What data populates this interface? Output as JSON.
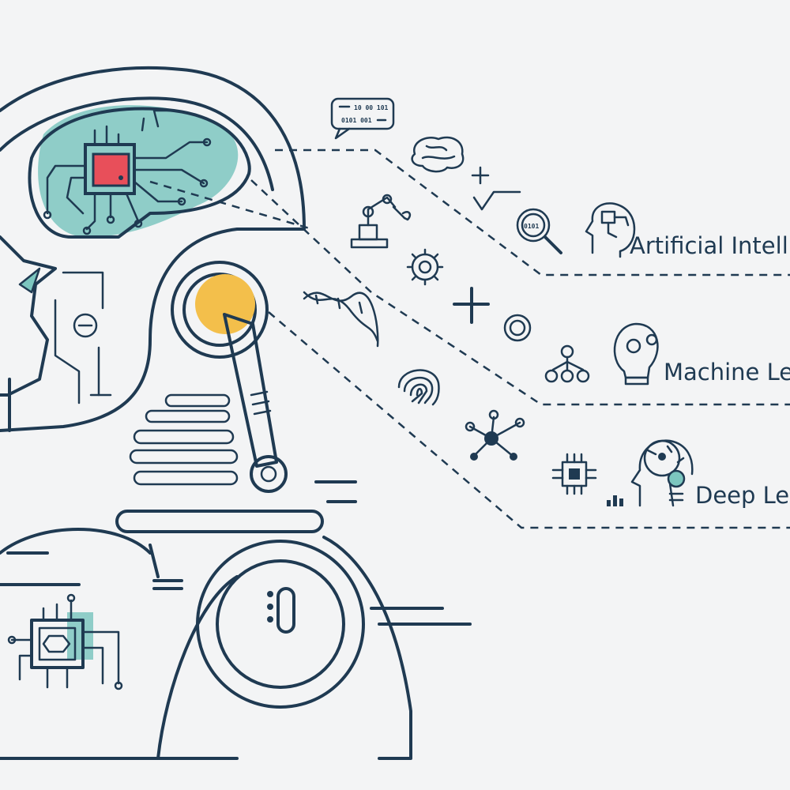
{
  "labels": {
    "ai": "Artificial Intell",
    "ml": "Machine Le",
    "dl": "Deep Le"
  },
  "bubble": {
    "line1": "10 00 101",
    "line2": "0101 001"
  },
  "colors": {
    "line": "#1f3a52",
    "teal": "#7cc6bf",
    "red": "#e84f5a",
    "yellow": "#f3bf4b",
    "background": "#f3f4f5"
  },
  "icons": [
    "chat-binary-icon",
    "brain-icon",
    "math-symbols-icon",
    "binary-search-icon",
    "ai-head-icon",
    "robot-arm-icon",
    "wrench-icon",
    "gear-icon",
    "dna-icon",
    "plus-icon",
    "target-icon",
    "hierarchy-icon",
    "lightbulb-gears-icon",
    "fingerprint-icon",
    "network-icon",
    "chip-icon",
    "bar-chart-icon",
    "deep-head-icon"
  ]
}
